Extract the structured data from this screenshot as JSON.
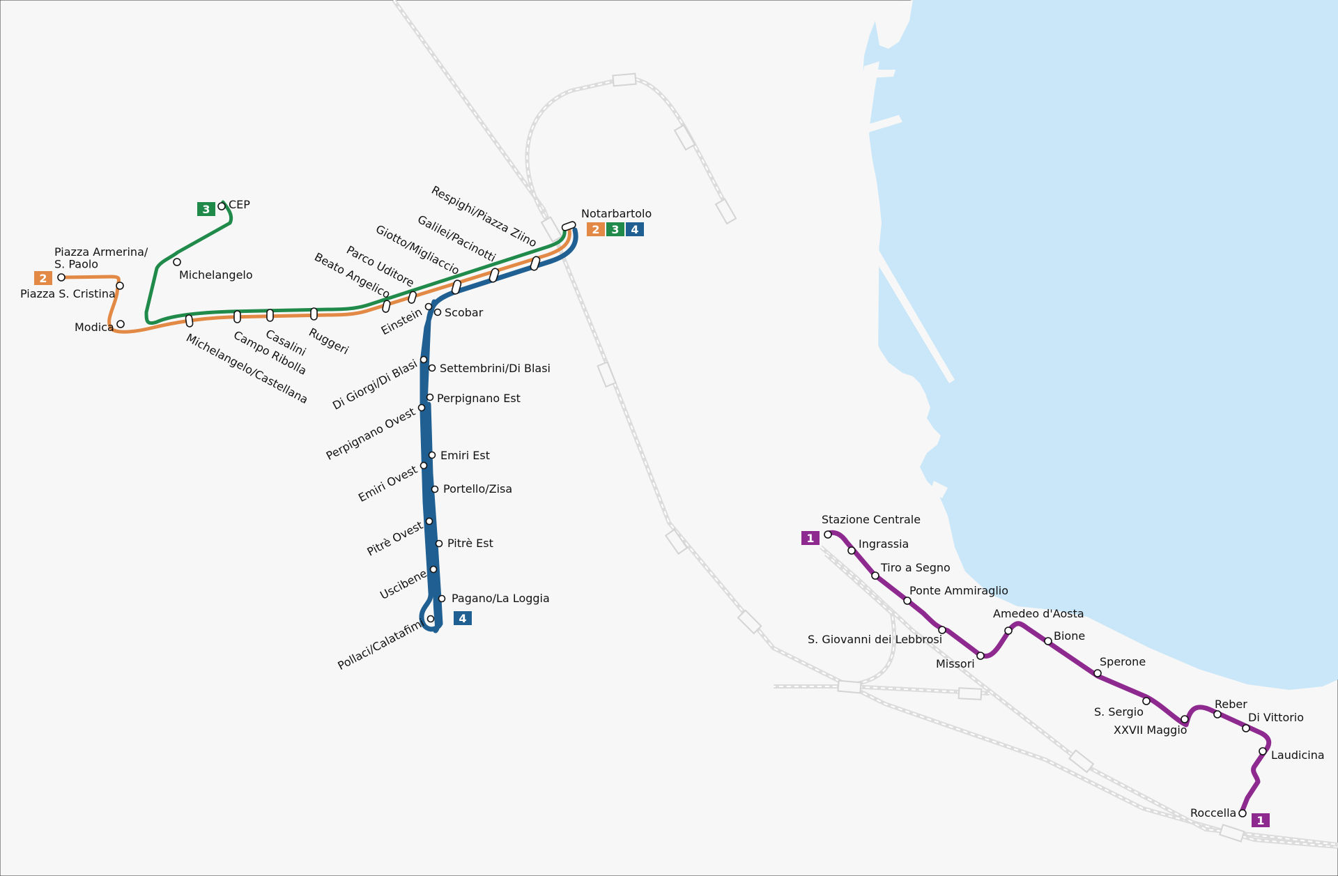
{
  "colors": {
    "background": "#f7f7f7",
    "sea": "#c9e7f8",
    "railway": "#dcdcdc",
    "line1": "#8e2a8f",
    "line2": "#e28a45",
    "line3": "#1f8a4a",
    "line4": "#1f5f92"
  },
  "lines": [
    {
      "id": "1",
      "color": "#8e2a8f"
    },
    {
      "id": "2",
      "color": "#e28a45"
    },
    {
      "id": "3",
      "color": "#1f8a4a"
    },
    {
      "id": "4",
      "color": "#1f5f92"
    }
  ],
  "badges": {
    "line1_start": "1",
    "line1_end": "1",
    "line2_start": "2",
    "line3_start": "3",
    "line4_end": "4",
    "hub_2": "2",
    "hub_3": "3",
    "hub_4": "4"
  },
  "stations": {
    "trunk": [
      {
        "id": "notarbartolo",
        "name": "Notarbartolo"
      },
      {
        "id": "respighi",
        "name": "Respighi/Piazza Ziino"
      },
      {
        "id": "galilei",
        "name": "Galilei/Pacinotti"
      },
      {
        "id": "giotto",
        "name": "Giotto/Migliaccio"
      },
      {
        "id": "parco-uditore",
        "name": "Parco Uditore"
      },
      {
        "id": "beato-angelico",
        "name": "Beato Angelico"
      },
      {
        "id": "ruggeri",
        "name": "Ruggeri"
      },
      {
        "id": "casalini",
        "name": "Casalini"
      },
      {
        "id": "campo-ribolla",
        "name": "Campo Ribolla"
      },
      {
        "id": "michelangelo-castellana",
        "name": "Michelangelo/Castellana"
      }
    ],
    "line2": [
      {
        "id": "modica",
        "name": "Modica"
      },
      {
        "id": "piazza-cristina",
        "name": "Piazza S. Cristina"
      },
      {
        "id": "piazza-armerina",
        "name": "Piazza Armerina/\nS. Paolo"
      }
    ],
    "line3": [
      {
        "id": "michelangelo",
        "name": "Michelangelo"
      },
      {
        "id": "cep",
        "name": "CEP"
      }
    ],
    "line4": [
      {
        "id": "einstein",
        "name": "Einstein"
      },
      {
        "id": "scobar",
        "name": "Scobar"
      },
      {
        "id": "di-giorgi",
        "name": "Di Giorgi/Di Blasi"
      },
      {
        "id": "settembrini",
        "name": "Settembrini/Di Blasi"
      },
      {
        "id": "perpignano-est",
        "name": "Perpignano Est"
      },
      {
        "id": "perpignano-ovest",
        "name": "Perpignano Ovest"
      },
      {
        "id": "emiri-est",
        "name": "Emiri Est"
      },
      {
        "id": "emiri-ovest",
        "name": "Emiri Ovest"
      },
      {
        "id": "portello",
        "name": "Portello/Zisa"
      },
      {
        "id": "pitre-ovest",
        "name": "Pitrè Ovest"
      },
      {
        "id": "pitre-est",
        "name": "Pitrè Est"
      },
      {
        "id": "uscibene",
        "name": "Uscibene"
      },
      {
        "id": "pagano",
        "name": "Pagano/La Loggia"
      },
      {
        "id": "pollaci",
        "name": "Pollaci/Calatafimi"
      }
    ],
    "line1": [
      {
        "id": "stazione-centrale",
        "name": "Stazione Centrale"
      },
      {
        "id": "ingrassia",
        "name": "Ingrassia"
      },
      {
        "id": "tiro-a-segno",
        "name": "Tiro a Segno"
      },
      {
        "id": "ponte-ammiraglio",
        "name": "Ponte Ammiraglio"
      },
      {
        "id": "s-giovanni",
        "name": "S. Giovanni dei Lebbrosi"
      },
      {
        "id": "missori",
        "name": "Missori"
      },
      {
        "id": "amedeo",
        "name": "Amedeo d'Aosta"
      },
      {
        "id": "bione",
        "name": "Bione"
      },
      {
        "id": "sperone",
        "name": "Sperone"
      },
      {
        "id": "s-sergio",
        "name": "S. Sergio"
      },
      {
        "id": "xxvii-maggio",
        "name": "XXVII Maggio"
      },
      {
        "id": "reber",
        "name": "Reber"
      },
      {
        "id": "di-vittorio",
        "name": "Di Vittorio"
      },
      {
        "id": "laudicina",
        "name": "Laudicina"
      },
      {
        "id": "roccella",
        "name": "Roccella"
      }
    ]
  }
}
